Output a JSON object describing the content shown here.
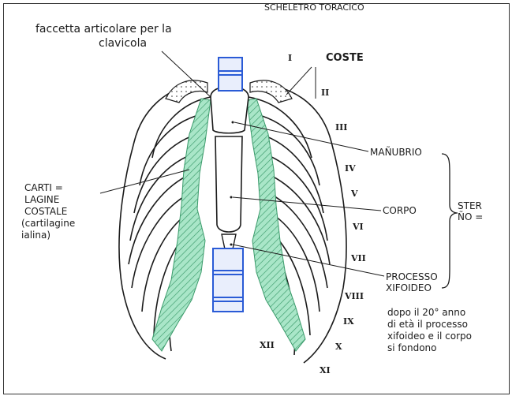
{
  "header_partial": "SCHELETRO TORACICO",
  "labels": {
    "faccetta_line1": "faccetta articolare per la",
    "faccetta_line2": "clavicola",
    "coste": "COSTE",
    "manubrio": "MAÑUBRIO",
    "corpo": "CORPO",
    "processo_line1": "PROCESSO",
    "processo_line2": "XIFOIDEO",
    "sterno_line1": "STER",
    "sterno_line2": "ÑO =",
    "cartilagine": [
      "CARTI =",
      "LAGINE",
      "COSTALE",
      "(cartilagine",
      "ialina)"
    ],
    "note": [
      "dopo il 20° anno",
      "di età il processo",
      "xifoideo e il corpo",
      "si fondono"
    ]
  },
  "rib_numerals": [
    "I",
    "II",
    "III",
    "IV",
    "V",
    "VI",
    "VII",
    "VIII",
    "IX",
    "X",
    "XI",
    "XII"
  ],
  "colors": {
    "ink": "#1b1b1b",
    "vertebra": "#2a5bd6",
    "vertebra_fill": "#e9eefc",
    "cartilage": "#a9e6c8",
    "cartilage_stroke": "#3a9a6a"
  }
}
